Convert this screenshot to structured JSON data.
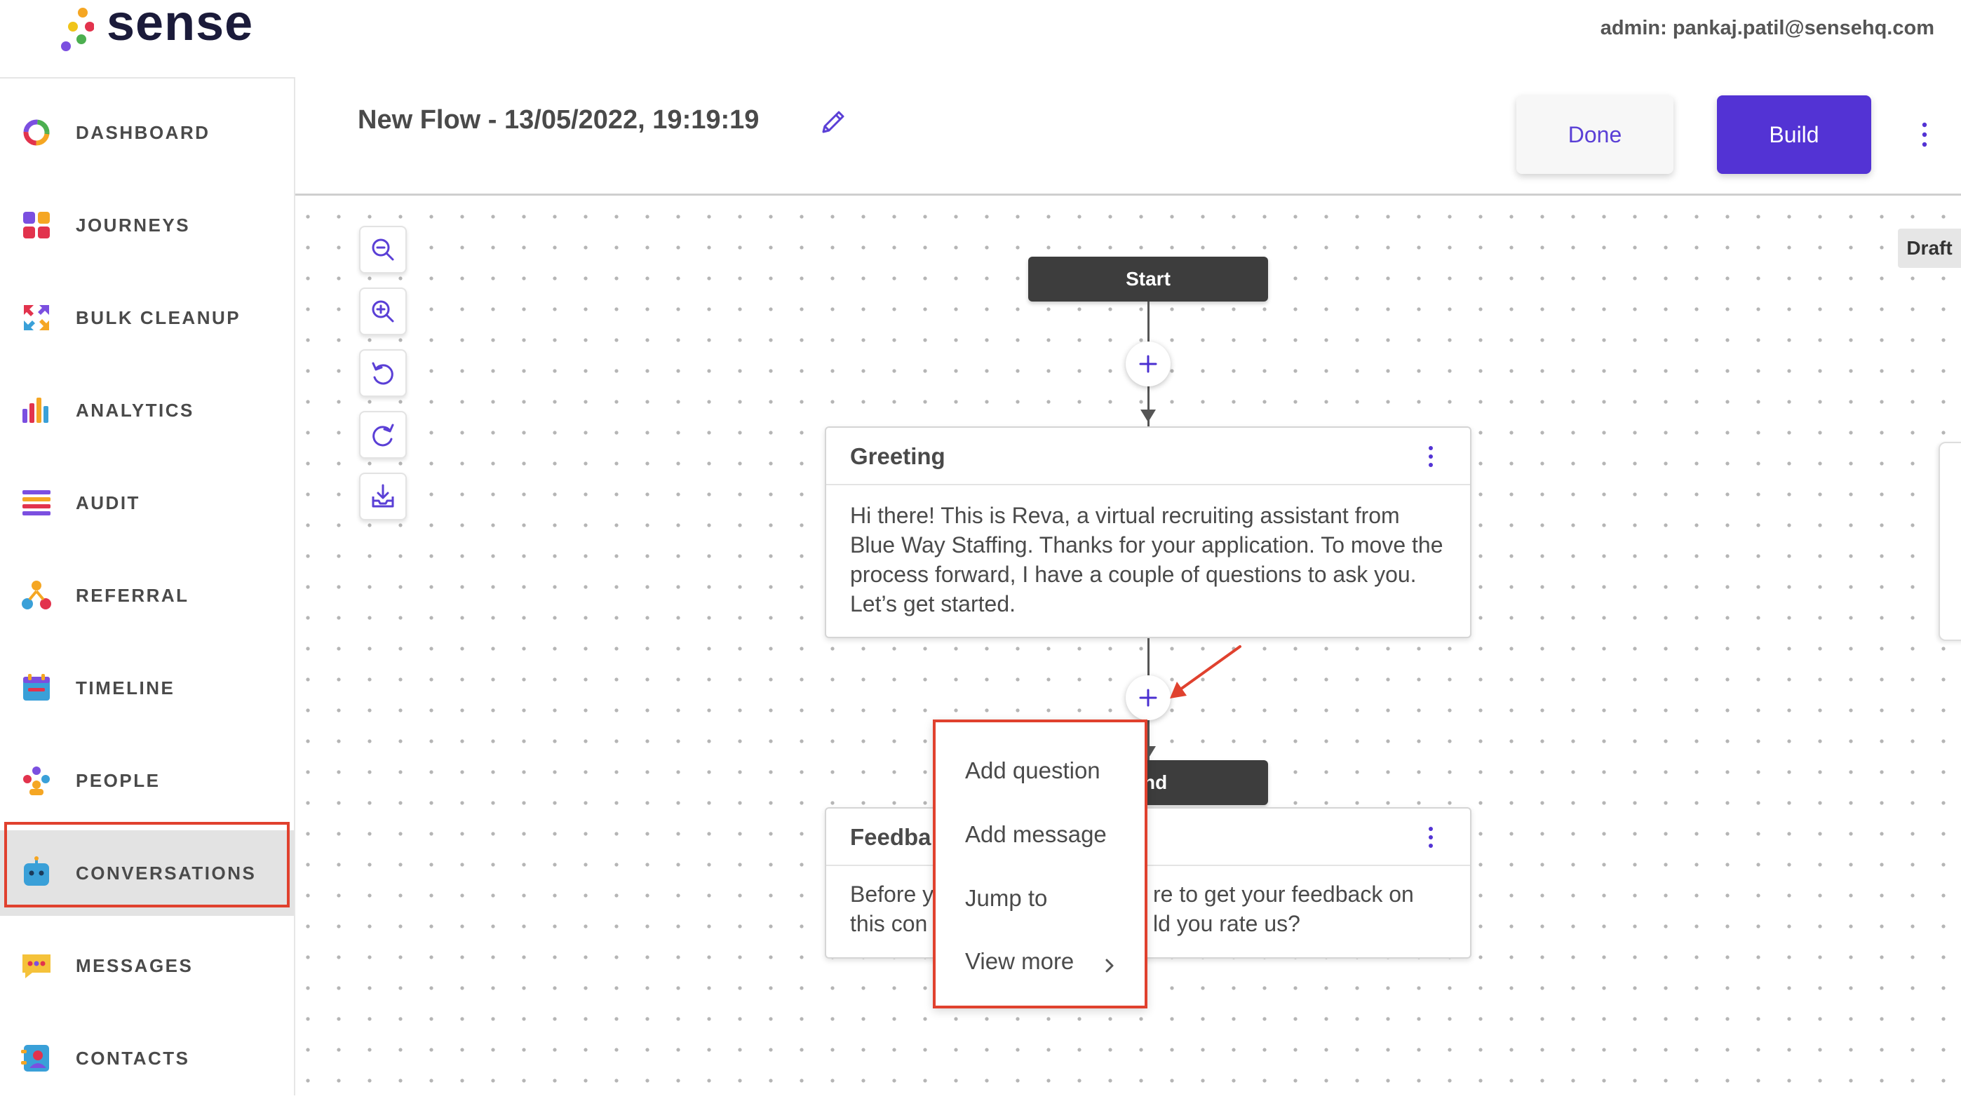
{
  "brand": {
    "name": "sense"
  },
  "header": {
    "admin_label": "admin: pankaj.patil@sensehq.com",
    "flow_title": "New Flow - 13/05/2022, 19:19:19",
    "done_label": "Done",
    "build_label": "Build"
  },
  "sidebar": {
    "items": [
      {
        "label": "DASHBOARD",
        "icon": "dashboard-ring-icon"
      },
      {
        "label": "JOURNEYS",
        "icon": "journeys-grid-icon"
      },
      {
        "label": "BULK CLEANUP",
        "icon": "bulk-cleanup-arrows-icon"
      },
      {
        "label": "ANALYTICS",
        "icon": "analytics-bars-icon"
      },
      {
        "label": "AUDIT",
        "icon": "audit-list-icon"
      },
      {
        "label": "REFERRAL",
        "icon": "referral-people-icon"
      },
      {
        "label": "TIMELINE",
        "icon": "timeline-calendar-icon"
      },
      {
        "label": "PEOPLE",
        "icon": "people-group-icon"
      },
      {
        "label": "CONVERSATIONS",
        "icon": "conversations-bot-icon",
        "active": true
      },
      {
        "label": "MESSAGES",
        "icon": "messages-bubble-icon"
      },
      {
        "label": "CONTACTS",
        "icon": "contacts-card-icon"
      }
    ]
  },
  "canvas": {
    "status_badge": "Draft",
    "start_label": "Start",
    "end_label": "nd",
    "greeting": {
      "title": "Greeting",
      "body": "Hi there! This is Reva, a virtual recruiting assistant from Blue Way Staffing. Thanks for your application. To move the process forward, I have a couple of questions to ask you. Let’s get started."
    },
    "feedback": {
      "title": "Feedba",
      "body_left_1": "Before y",
      "body_right_1": "re to get your feedback on",
      "body_left_2": "this con",
      "body_right_2": "ld you rate us?"
    }
  },
  "popup_menu": {
    "items": [
      "Add question",
      "Add message",
      "Jump to",
      "View more"
    ]
  },
  "colors": {
    "accent": "#5333d4",
    "highlight": "#e0412e",
    "node_dark": "#3d3d3d",
    "active_bg": "#e3e3e3"
  }
}
